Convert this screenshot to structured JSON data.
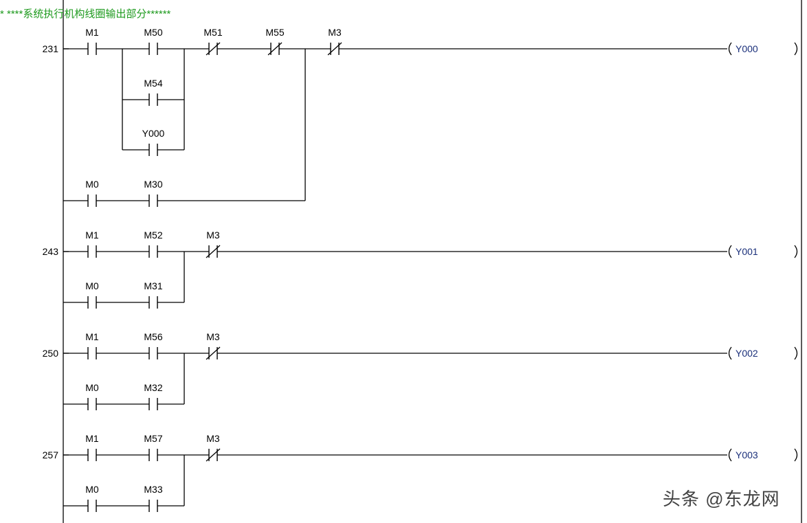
{
  "comment": "* ****系统执行机构线圈输出部分******",
  "colors": {
    "comment": "#1e9a1e",
    "coil_label": "#1a2f7a",
    "line": "#000000"
  },
  "rungs": [
    {
      "step": "231",
      "coil": "Y000",
      "contacts": [
        {
          "label": "M1",
          "type": "NO"
        },
        {
          "label": "M50",
          "type": "NO"
        },
        {
          "label": "M51",
          "type": "NC"
        },
        {
          "label": "M55",
          "type": "NC"
        },
        {
          "label": "M3",
          "type": "NC"
        },
        {
          "label": "M54",
          "type": "NO"
        },
        {
          "label": "Y000",
          "type": "NO"
        },
        {
          "label": "M0",
          "type": "NO"
        },
        {
          "label": "M30",
          "type": "NO"
        }
      ]
    },
    {
      "step": "243",
      "coil": "Y001",
      "contacts": [
        {
          "label": "M1",
          "type": "NO"
        },
        {
          "label": "M52",
          "type": "NO"
        },
        {
          "label": "M3",
          "type": "NC"
        },
        {
          "label": "M0",
          "type": "NO"
        },
        {
          "label": "M31",
          "type": "NO"
        }
      ]
    },
    {
      "step": "250",
      "coil": "Y002",
      "contacts": [
        {
          "label": "M1",
          "type": "NO"
        },
        {
          "label": "M56",
          "type": "NO"
        },
        {
          "label": "M3",
          "type": "NC"
        },
        {
          "label": "M0",
          "type": "NO"
        },
        {
          "label": "M32",
          "type": "NO"
        }
      ]
    },
    {
      "step": "257",
      "coil": "Y003",
      "contacts": [
        {
          "label": "M1",
          "type": "NO"
        },
        {
          "label": "M57",
          "type": "NO"
        },
        {
          "label": "M3",
          "type": "NC"
        },
        {
          "label": "M0",
          "type": "NO"
        },
        {
          "label": "M33",
          "type": "NO"
        }
      ]
    }
  ],
  "watermark": "头条 @东龙网"
}
